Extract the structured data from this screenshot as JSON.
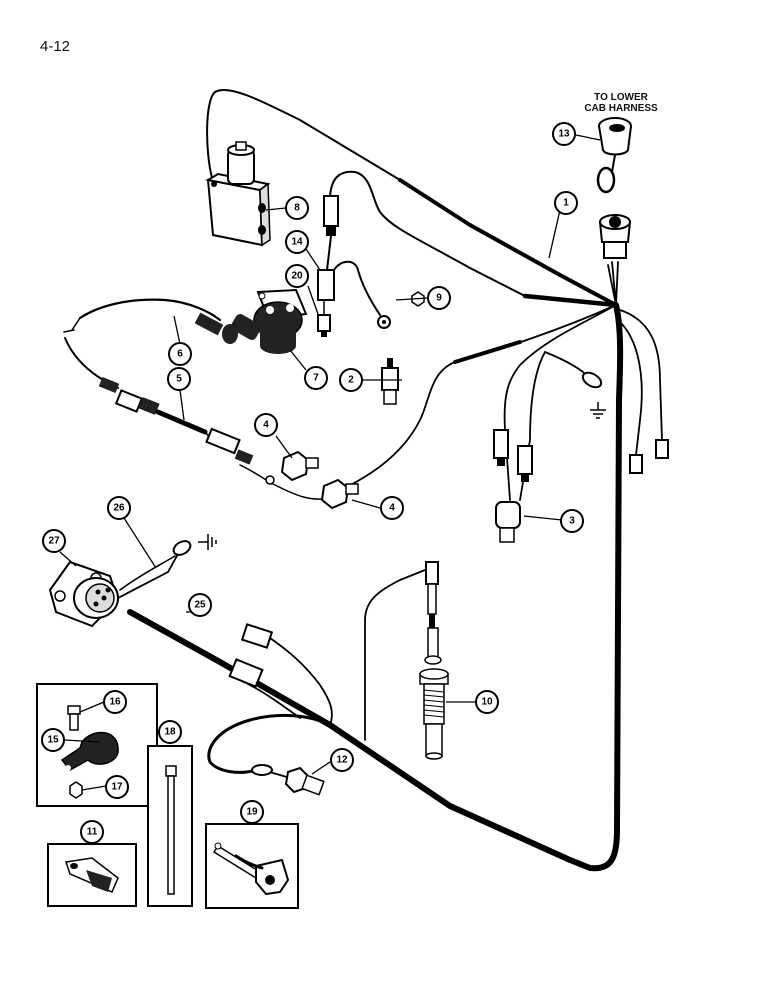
{
  "page_number": "4-12",
  "note": {
    "line1": "TO LOWER",
    "line2": "CAB HARNESS"
  },
  "callouts": [
    {
      "id": "c1",
      "label": "1"
    },
    {
      "id": "c2",
      "label": "2"
    },
    {
      "id": "c3",
      "label": "3"
    },
    {
      "id": "c4a",
      "label": "4"
    },
    {
      "id": "c4b",
      "label": "4"
    },
    {
      "id": "c5",
      "label": "5"
    },
    {
      "id": "c6",
      "label": "6"
    },
    {
      "id": "c7",
      "label": "7"
    },
    {
      "id": "c8",
      "label": "8"
    },
    {
      "id": "c9",
      "label": "9"
    },
    {
      "id": "c10",
      "label": "10"
    },
    {
      "id": "c11",
      "label": "11"
    },
    {
      "id": "c12",
      "label": "12"
    },
    {
      "id": "c13",
      "label": "13"
    },
    {
      "id": "c14",
      "label": "14"
    },
    {
      "id": "c15",
      "label": "15"
    },
    {
      "id": "c16",
      "label": "16"
    },
    {
      "id": "c17",
      "label": "17"
    },
    {
      "id": "c18",
      "label": "18"
    },
    {
      "id": "c19",
      "label": "19"
    },
    {
      "id": "c20",
      "label": "20"
    },
    {
      "id": "c25",
      "label": "25"
    },
    {
      "id": "c26",
      "label": "26"
    },
    {
      "id": "c27",
      "label": "27"
    }
  ]
}
